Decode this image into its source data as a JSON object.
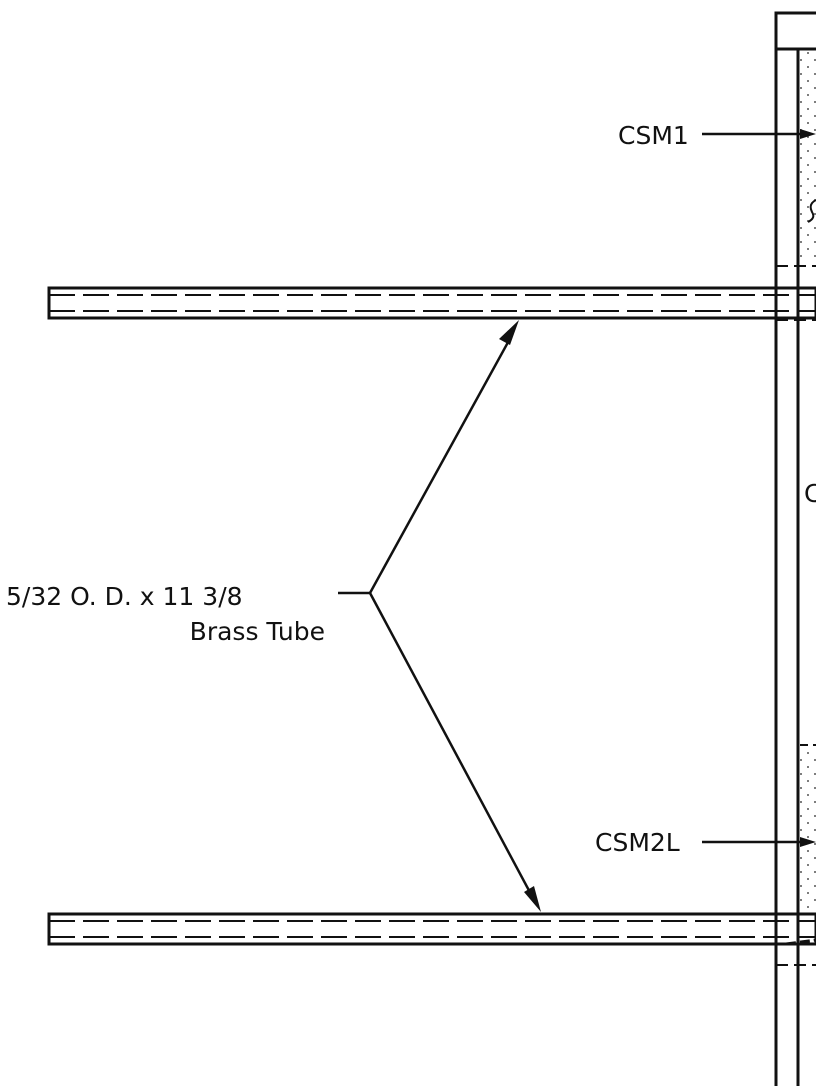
{
  "labels": {
    "csm1": "CSM1",
    "csm2l": "CSM2L",
    "tube_line1": "5/32 O. D. x 11 3/8",
    "tube_line2": "Brass Tube",
    "edge_mark": "C"
  },
  "colors": {
    "line": "#111111",
    "background": "#ffffff",
    "stipple": "#555555"
  }
}
